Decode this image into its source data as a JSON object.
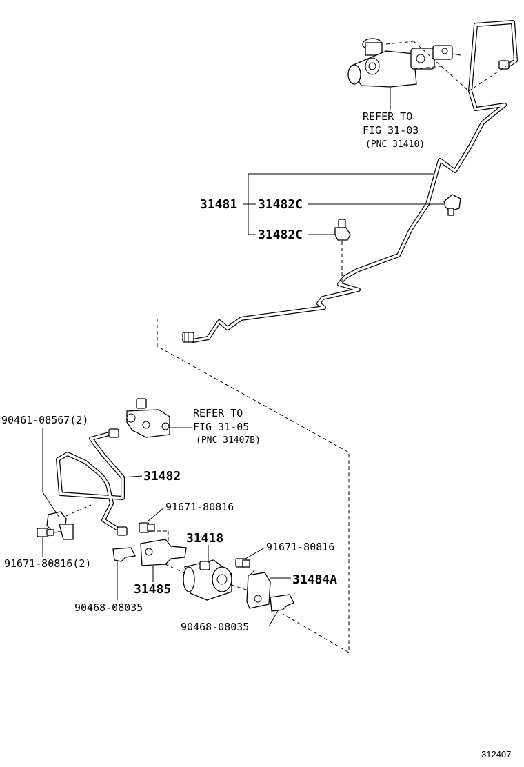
{
  "references": [
    {
      "line1": "REFER TO",
      "line2": "FIG 31-03",
      "line3": "(PNC 31410)"
    },
    {
      "line1": "REFER TO",
      "line2": "FIG 31-05",
      "line3": "(PNC 31407B)"
    }
  ],
  "labels": {
    "p31481": "31481",
    "p31482c_a": "31482C",
    "p31482c_b": "31482C",
    "p31482": "31482",
    "p90461": "90461-08567(2)",
    "p91671_left": "91671-80816(2)",
    "p91671_mid": "91671-80816",
    "p91671_right": "91671-80816",
    "p31418": "31418",
    "p31484a": "31484A",
    "p31485": "31485",
    "p90468_left": "90468-08035",
    "p90468_right": "90468-08035"
  },
  "figure_number": "312407"
}
